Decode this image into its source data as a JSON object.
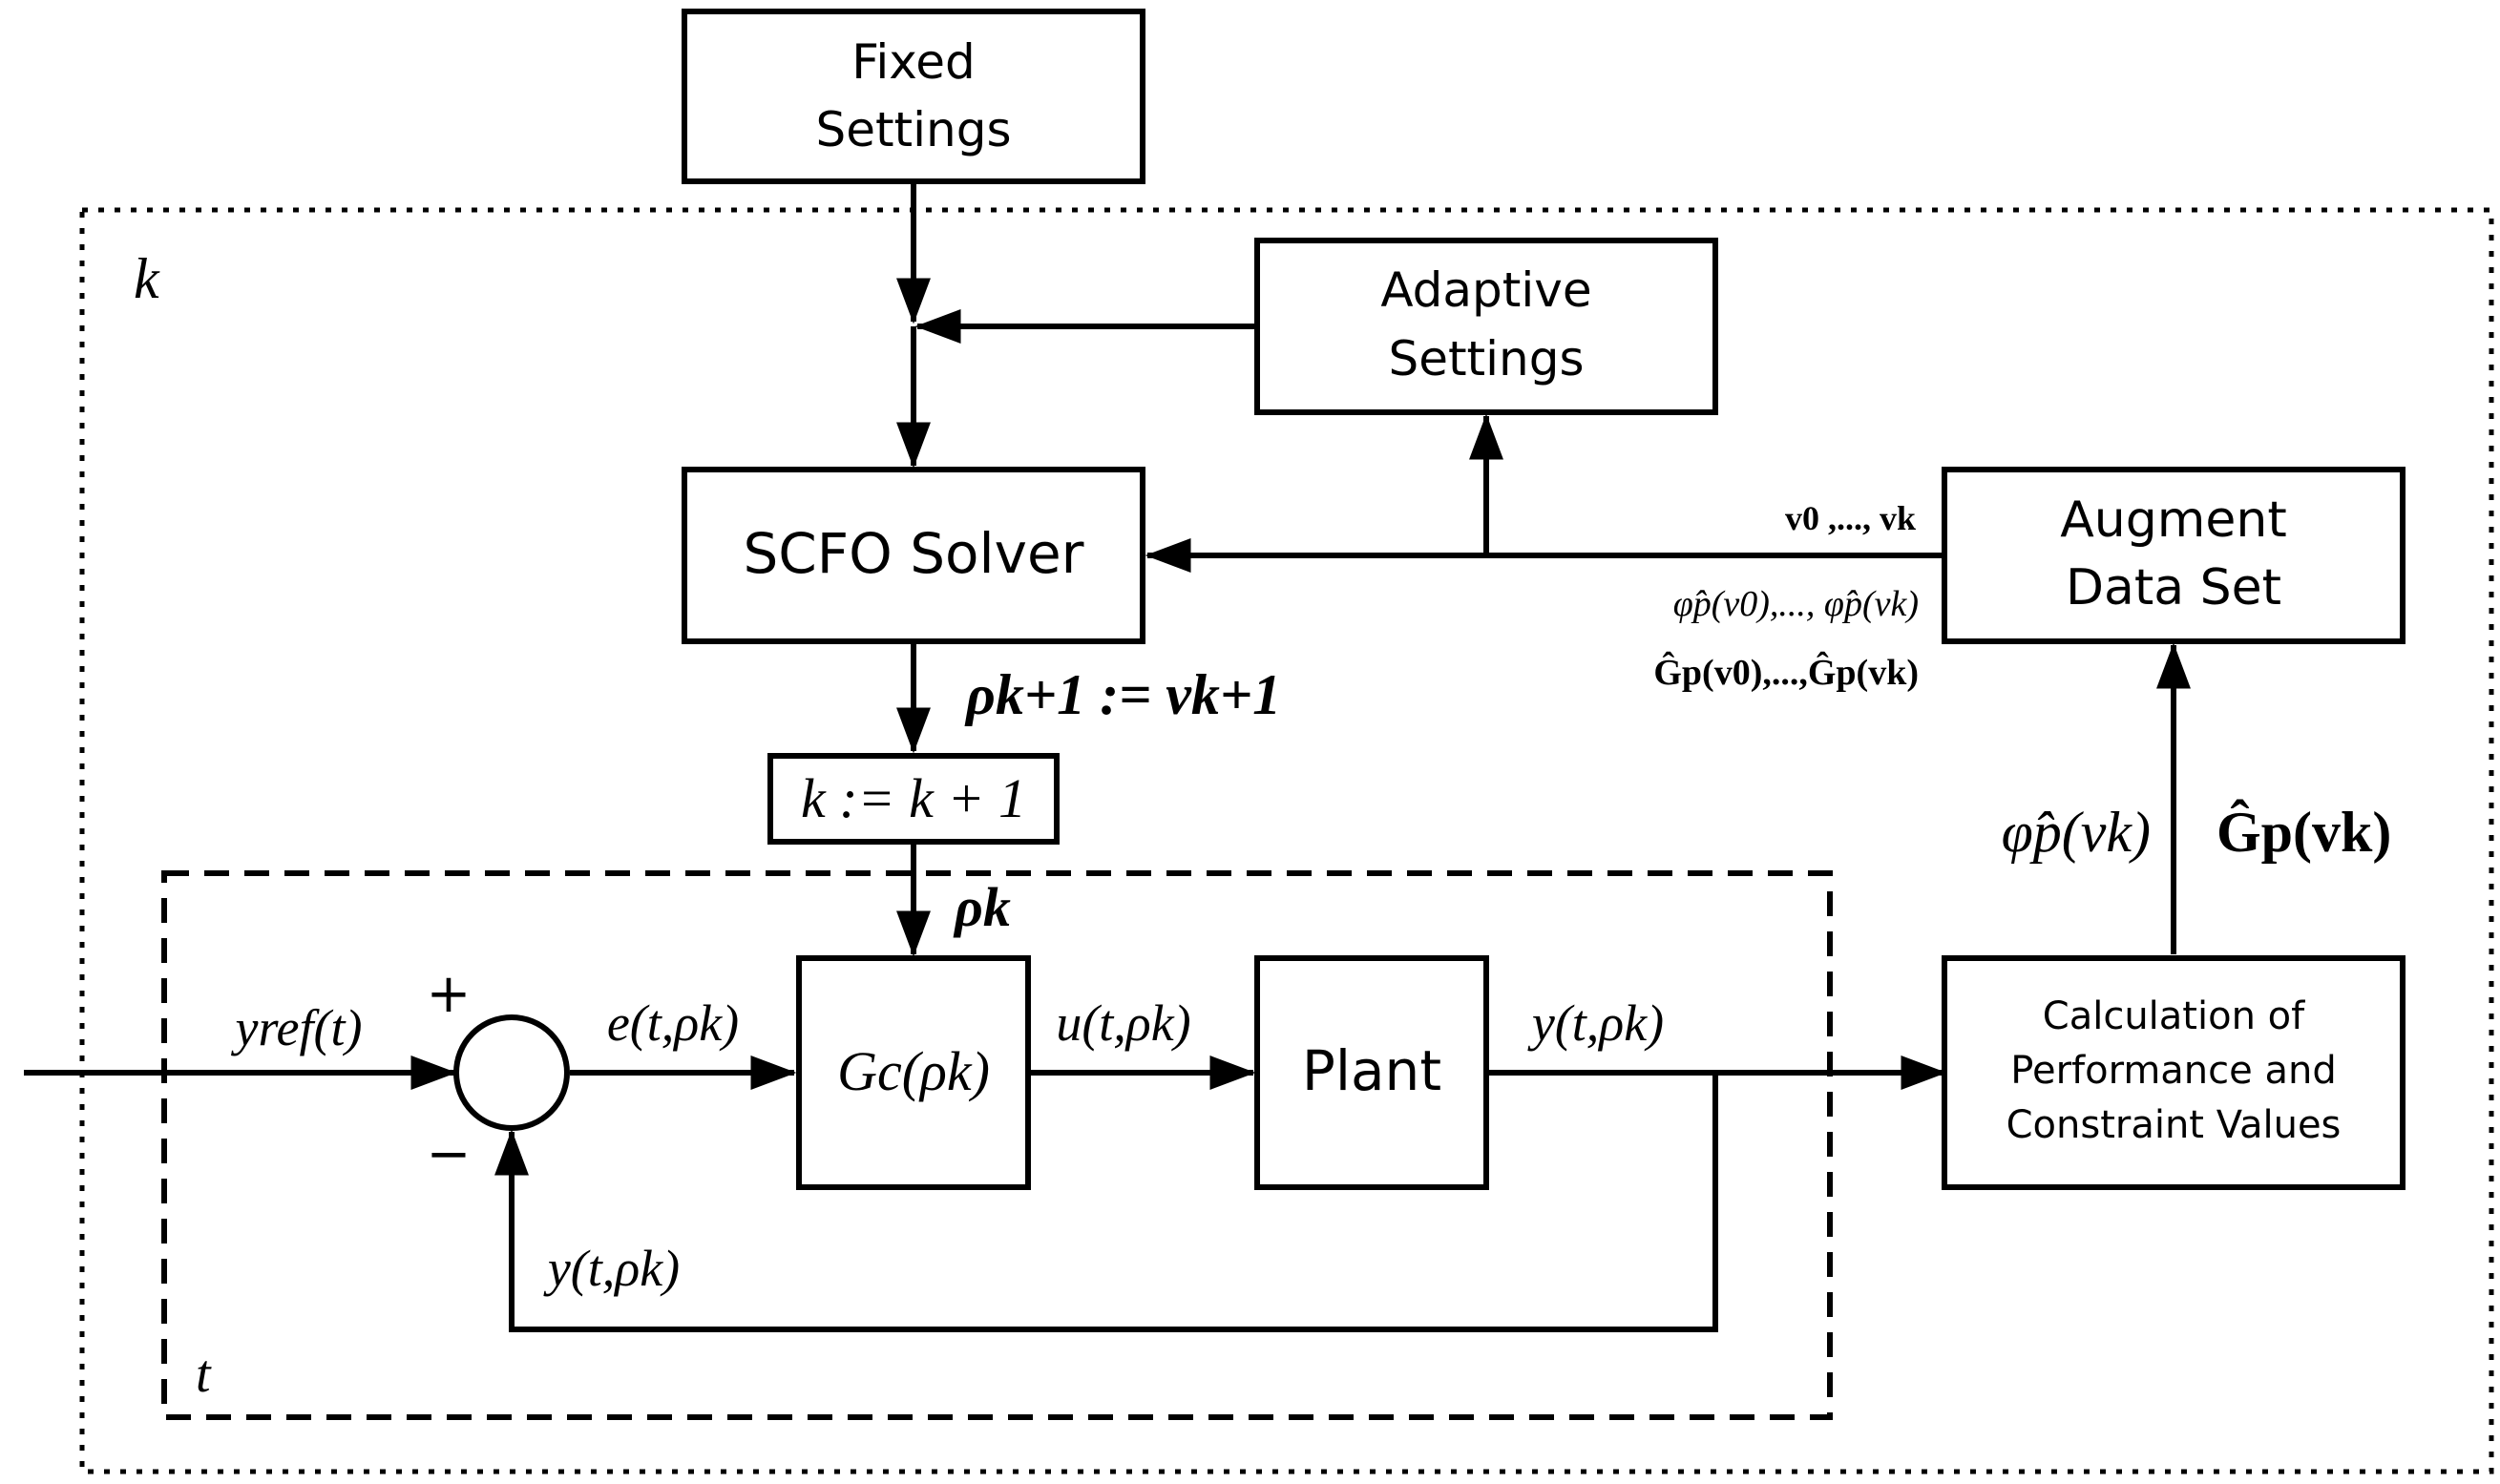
{
  "blocks": {
    "fixed_settings": [
      "Fixed",
      "Settings"
    ],
    "adaptive_settings": [
      "Adaptive",
      "Settings"
    ],
    "scfo_solver": "SCFO Solver",
    "augment_data_set": [
      "Augment",
      "Data Set"
    ],
    "increment": "k := k + 1",
    "controller": "Gc(ρk)",
    "plant": "Plant",
    "calculation": [
      "Calculation of",
      "Performance and",
      "Constraint Values"
    ]
  },
  "regions": {
    "outer_loop_label": "k",
    "inner_loop_label": "t"
  },
  "signals": {
    "reference": "yref(t)",
    "plus_sign": "+",
    "minus_sign": "−",
    "error": "e(t,ρk)",
    "control": "u(t,ρk)",
    "output": "y(t,ρk)",
    "feedback": "y(t,ρk)",
    "rho_k": "ρk",
    "rho_update": "ρk+1 := vk+1",
    "data_points": "v0 ,..., vk",
    "data_phi": "φ̂p(v0),..., φ̂p(vk)",
    "data_g": "Ĝp(v0),...,Ĝp(vk)",
    "phi_estimate": "φ̂p(vk)",
    "g_estimate": "Ĝp(vk)"
  },
  "icons": [
    "summing-junction-icon",
    "arrowhead-icon"
  ]
}
